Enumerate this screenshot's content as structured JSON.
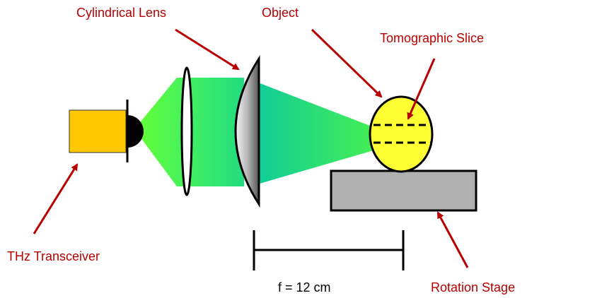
{
  "labels": {
    "cylindrical_lens": "Cylindrical Lens",
    "object": "Object",
    "tomographic_slice": "Tomographic Slice",
    "thz_transceiver": "THz Transceiver",
    "rotation_stage": "Rotation Stage",
    "focal_length": "f = 12 cm"
  },
  "colors": {
    "label_red": "#b80000",
    "transceiver_body": "#ffc800",
    "beam_green": "#66ff33",
    "beam_teal": "#00cc99",
    "object_yellow": "#ffff33",
    "stage_gray": "#b0b0b0"
  }
}
